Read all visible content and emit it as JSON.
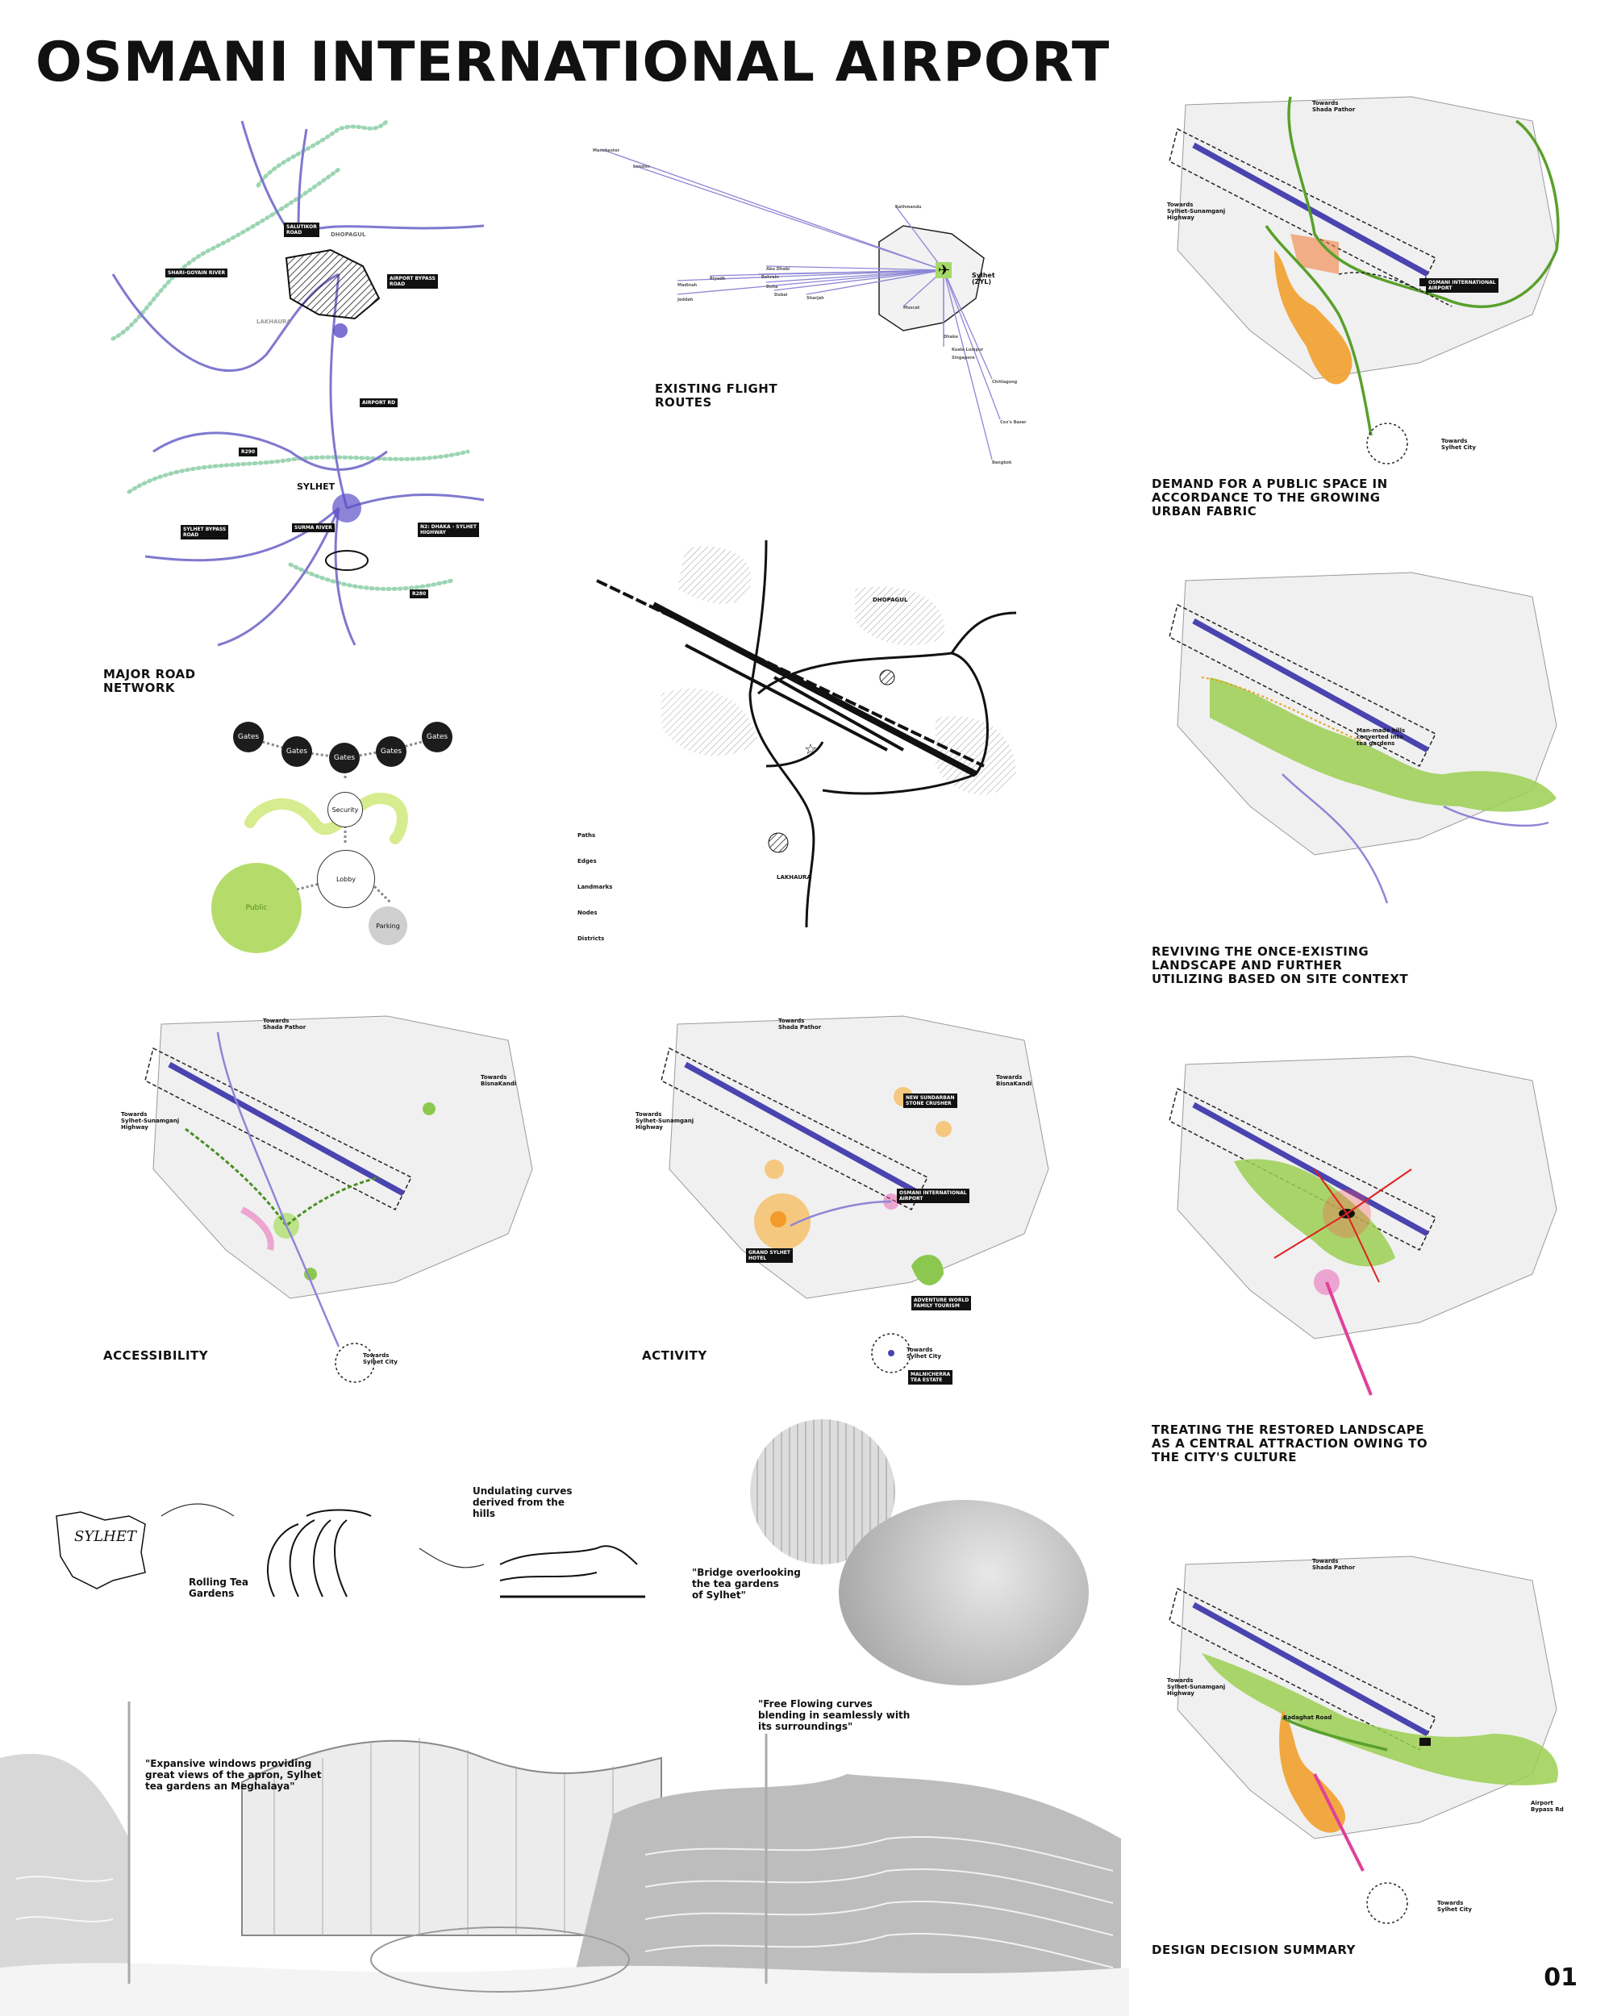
{
  "title": "OSMANI INTERNATIONAL AIRPORT",
  "page_number": "01",
  "captions": {
    "road_network": "MAJOR ROAD\nNETWORK",
    "flight_routes": "EXISTING FLIGHT\nROUTES",
    "public_space": "DEMAND FOR A PUBLIC SPACE IN\nACCORDANCE TO THE GROWING\nURBAN FABRIC",
    "landscape": "REVIVING THE ONCE-EXISTING\nLANDSCAPE AND FURTHER\nUTILIZING BASED ON SITE CONTEXT",
    "accessibility": "ACCESSIBILITY",
    "activity": "ACTIVITY",
    "culture": "TREATING THE RESTORED LANDSCAPE\nAS A CENTRAL ATTRACTION OWING TO\nTHE CITY'S CULTURE",
    "summary": "DESIGN DECISION SUMMARY"
  },
  "road_map": {
    "sylhet": "SYLHET",
    "dhopagul": "DHOPAGUL",
    "lakhaura": "LAKHAURA",
    "tags": [
      "SALUTIKOR\nROAD",
      "SHARI-GOYAIN RIVER",
      "AIRPORT BYPASS\nROAD",
      "AIRPORT RD",
      "R290",
      "SYLHET BYPASS\nROAD",
      "SURMA RIVER",
      "N2: DHAKA - SYLHET\nHIGHWAY",
      "R280"
    ]
  },
  "flight_map": {
    "sylhet_label": "Sylhet\n(ZYL)",
    "cities": [
      "Manchester",
      "London",
      "Kathmandu",
      "Abu Dhabi",
      "Bahrain",
      "Riyadh",
      "Madinah",
      "Doha",
      "Dubai",
      "Sharjah",
      "Jeddah",
      "Muscat",
      "Dhaka",
      "Chittagong",
      "Cox's Bazar",
      "Bangkok",
      "Kuala Lumpur",
      "Singapore"
    ]
  },
  "bubble": {
    "gates": [
      "Gates",
      "Gates",
      "Gates",
      "Gates",
      "Gates"
    ],
    "security": "Security",
    "lobby": "Lobby",
    "public": "Public",
    "parking": "Parking"
  },
  "lynch_map": {
    "dhopagul": "DHOPAGUL",
    "lakhaura": "LAKHAURA",
    "legend": [
      "Paths",
      "Edges",
      "Landmarks",
      "Nodes",
      "Districts"
    ]
  },
  "site_labels": {
    "shada_pathor": "Towards\nShada Pathor",
    "sunamganj": "Towards\nSylhet-Sunamganj\nHighway",
    "bisnakandi": "Towards\nBisnaKandi",
    "sylhet_city": "Towards\nSylhet City",
    "osmani_tag": "OSMANI INTERNATIONAL\nAIRPORT",
    "man_made_hills": "Man-made hills\nconverted into\ntea gardens",
    "badaghat": "Badaghat Road",
    "bypass": "Airport\nBypass Rd",
    "lakhaura": "LAKHAURA",
    "dhopagul": "DHOPAGUL"
  },
  "activity_tags": [
    "NEW SUNDARBAN\nSTONE CRUSHER",
    "OSMANI INTERNATIONAL\nAIRPORT",
    "GRAND SYLHET\nHOTEL",
    "ADVENTURE WORLD\nFAMILY TOURISM",
    "MALNICHERRA\nTEA ESTATE"
  ],
  "sketch": {
    "sylhet_word": "SYLHET",
    "tea": "Rolling Tea\nGardens",
    "undulating": "Undulating curves\nderived from the\nhills",
    "bridge": "\"Bridge overlooking\nthe tea gardens\nof Sylhet\"",
    "free_flowing": "\"Free Flowing curves\nblending in seamlessly with\nits surroundings\"",
    "windows": "\"Expansive windows providing\ngreat views of the apron, Sylhet\ntea gardens an Meghalaya\""
  },
  "colors": {
    "runway": "#4a44b0",
    "road": "#8e86d6",
    "green": "#9bcf52",
    "orange": "#f2a02e",
    "pink": "#e0409a",
    "red": "#e02020"
  }
}
